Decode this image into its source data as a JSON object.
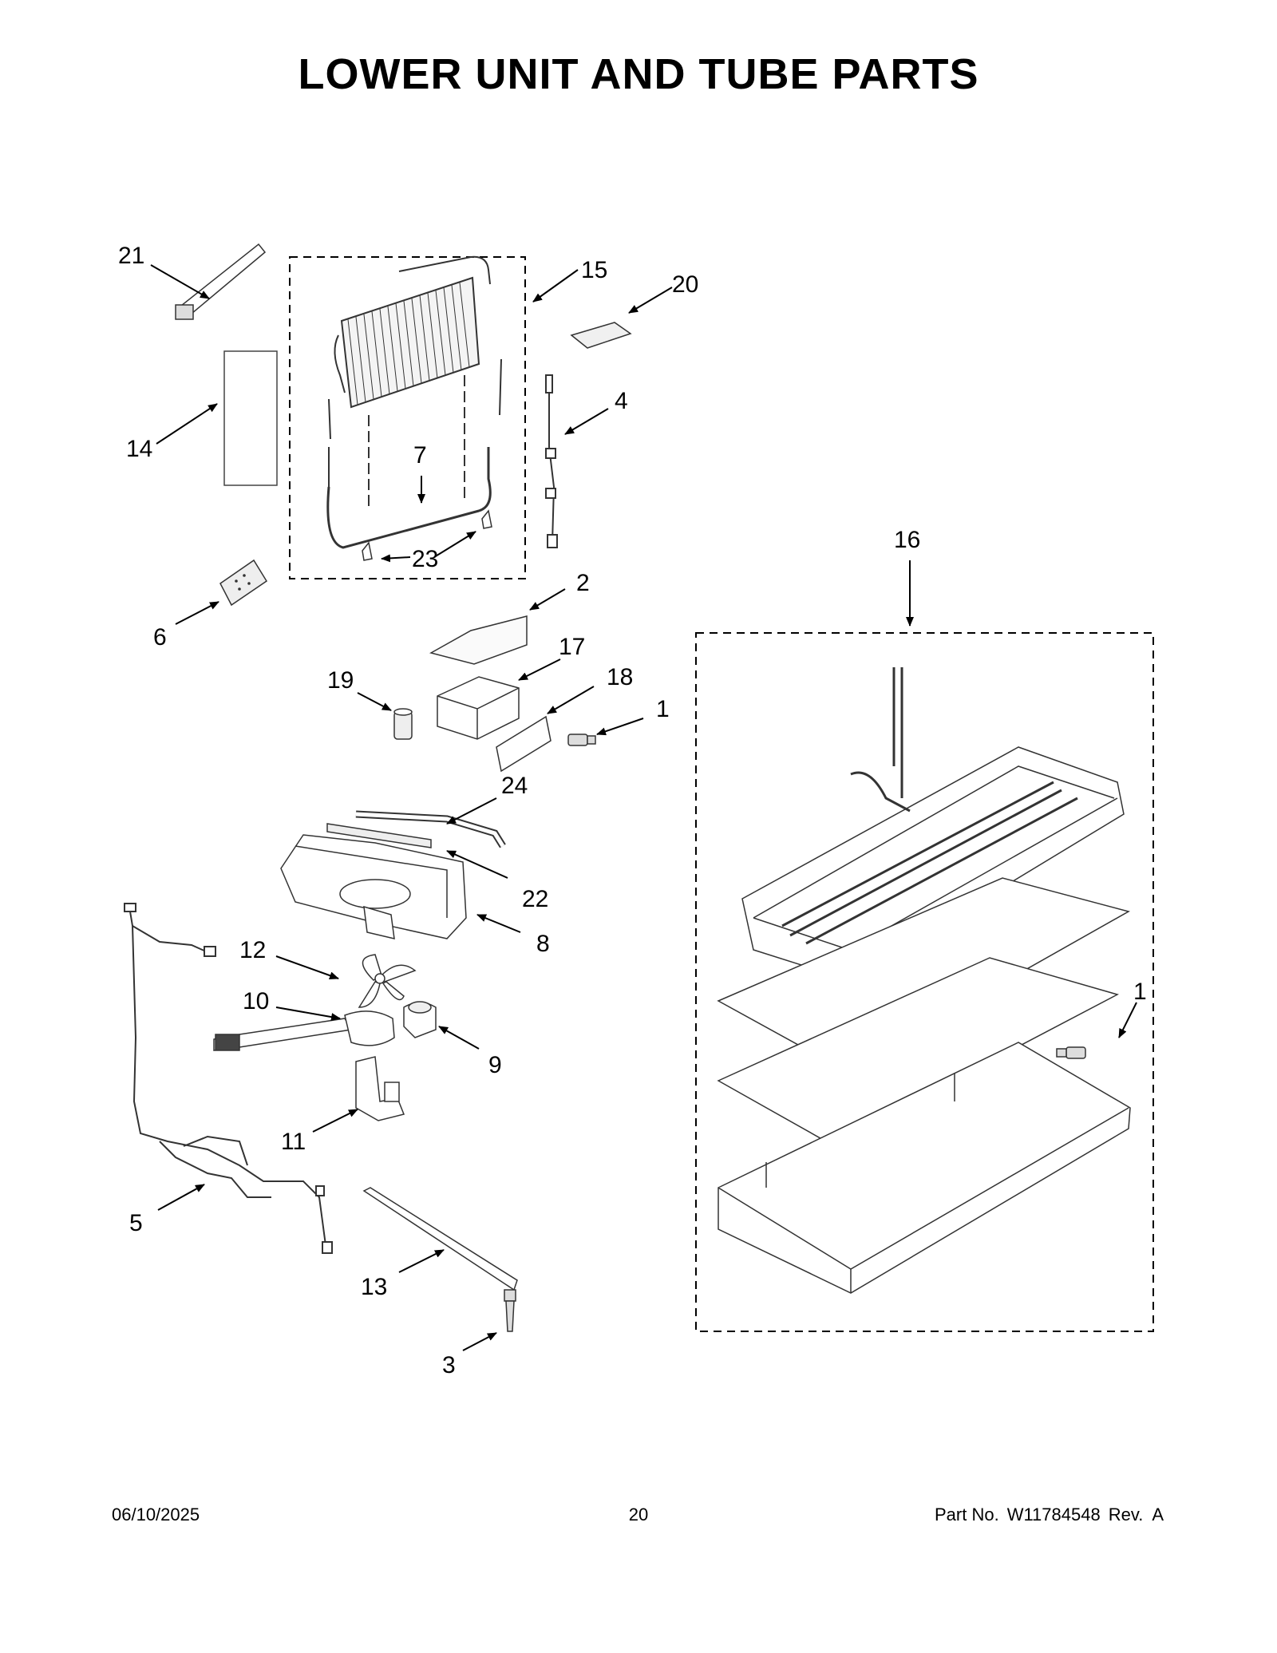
{
  "title": "LOWER UNIT AND TUBE PARTS",
  "callouts": {
    "c1a": "1",
    "c1b": "1",
    "c2": "2",
    "c3": "3",
    "c4": "4",
    "c5": "5",
    "c6": "6",
    "c7": "7",
    "c8": "8",
    "c9": "9",
    "c10": "10",
    "c11": "11",
    "c12": "12",
    "c13": "13",
    "c14": "14",
    "c15": "15",
    "c16": "16",
    "c17": "17",
    "c18": "18",
    "c19": "19",
    "c20": "20",
    "c21": "21",
    "c22": "22",
    "c23": "23",
    "c24": "24"
  },
  "footer": {
    "date": "06/10/2025",
    "page": "20",
    "part_label": "Part No.",
    "part_number": "W11784548",
    "revision": "Rev.  A"
  }
}
